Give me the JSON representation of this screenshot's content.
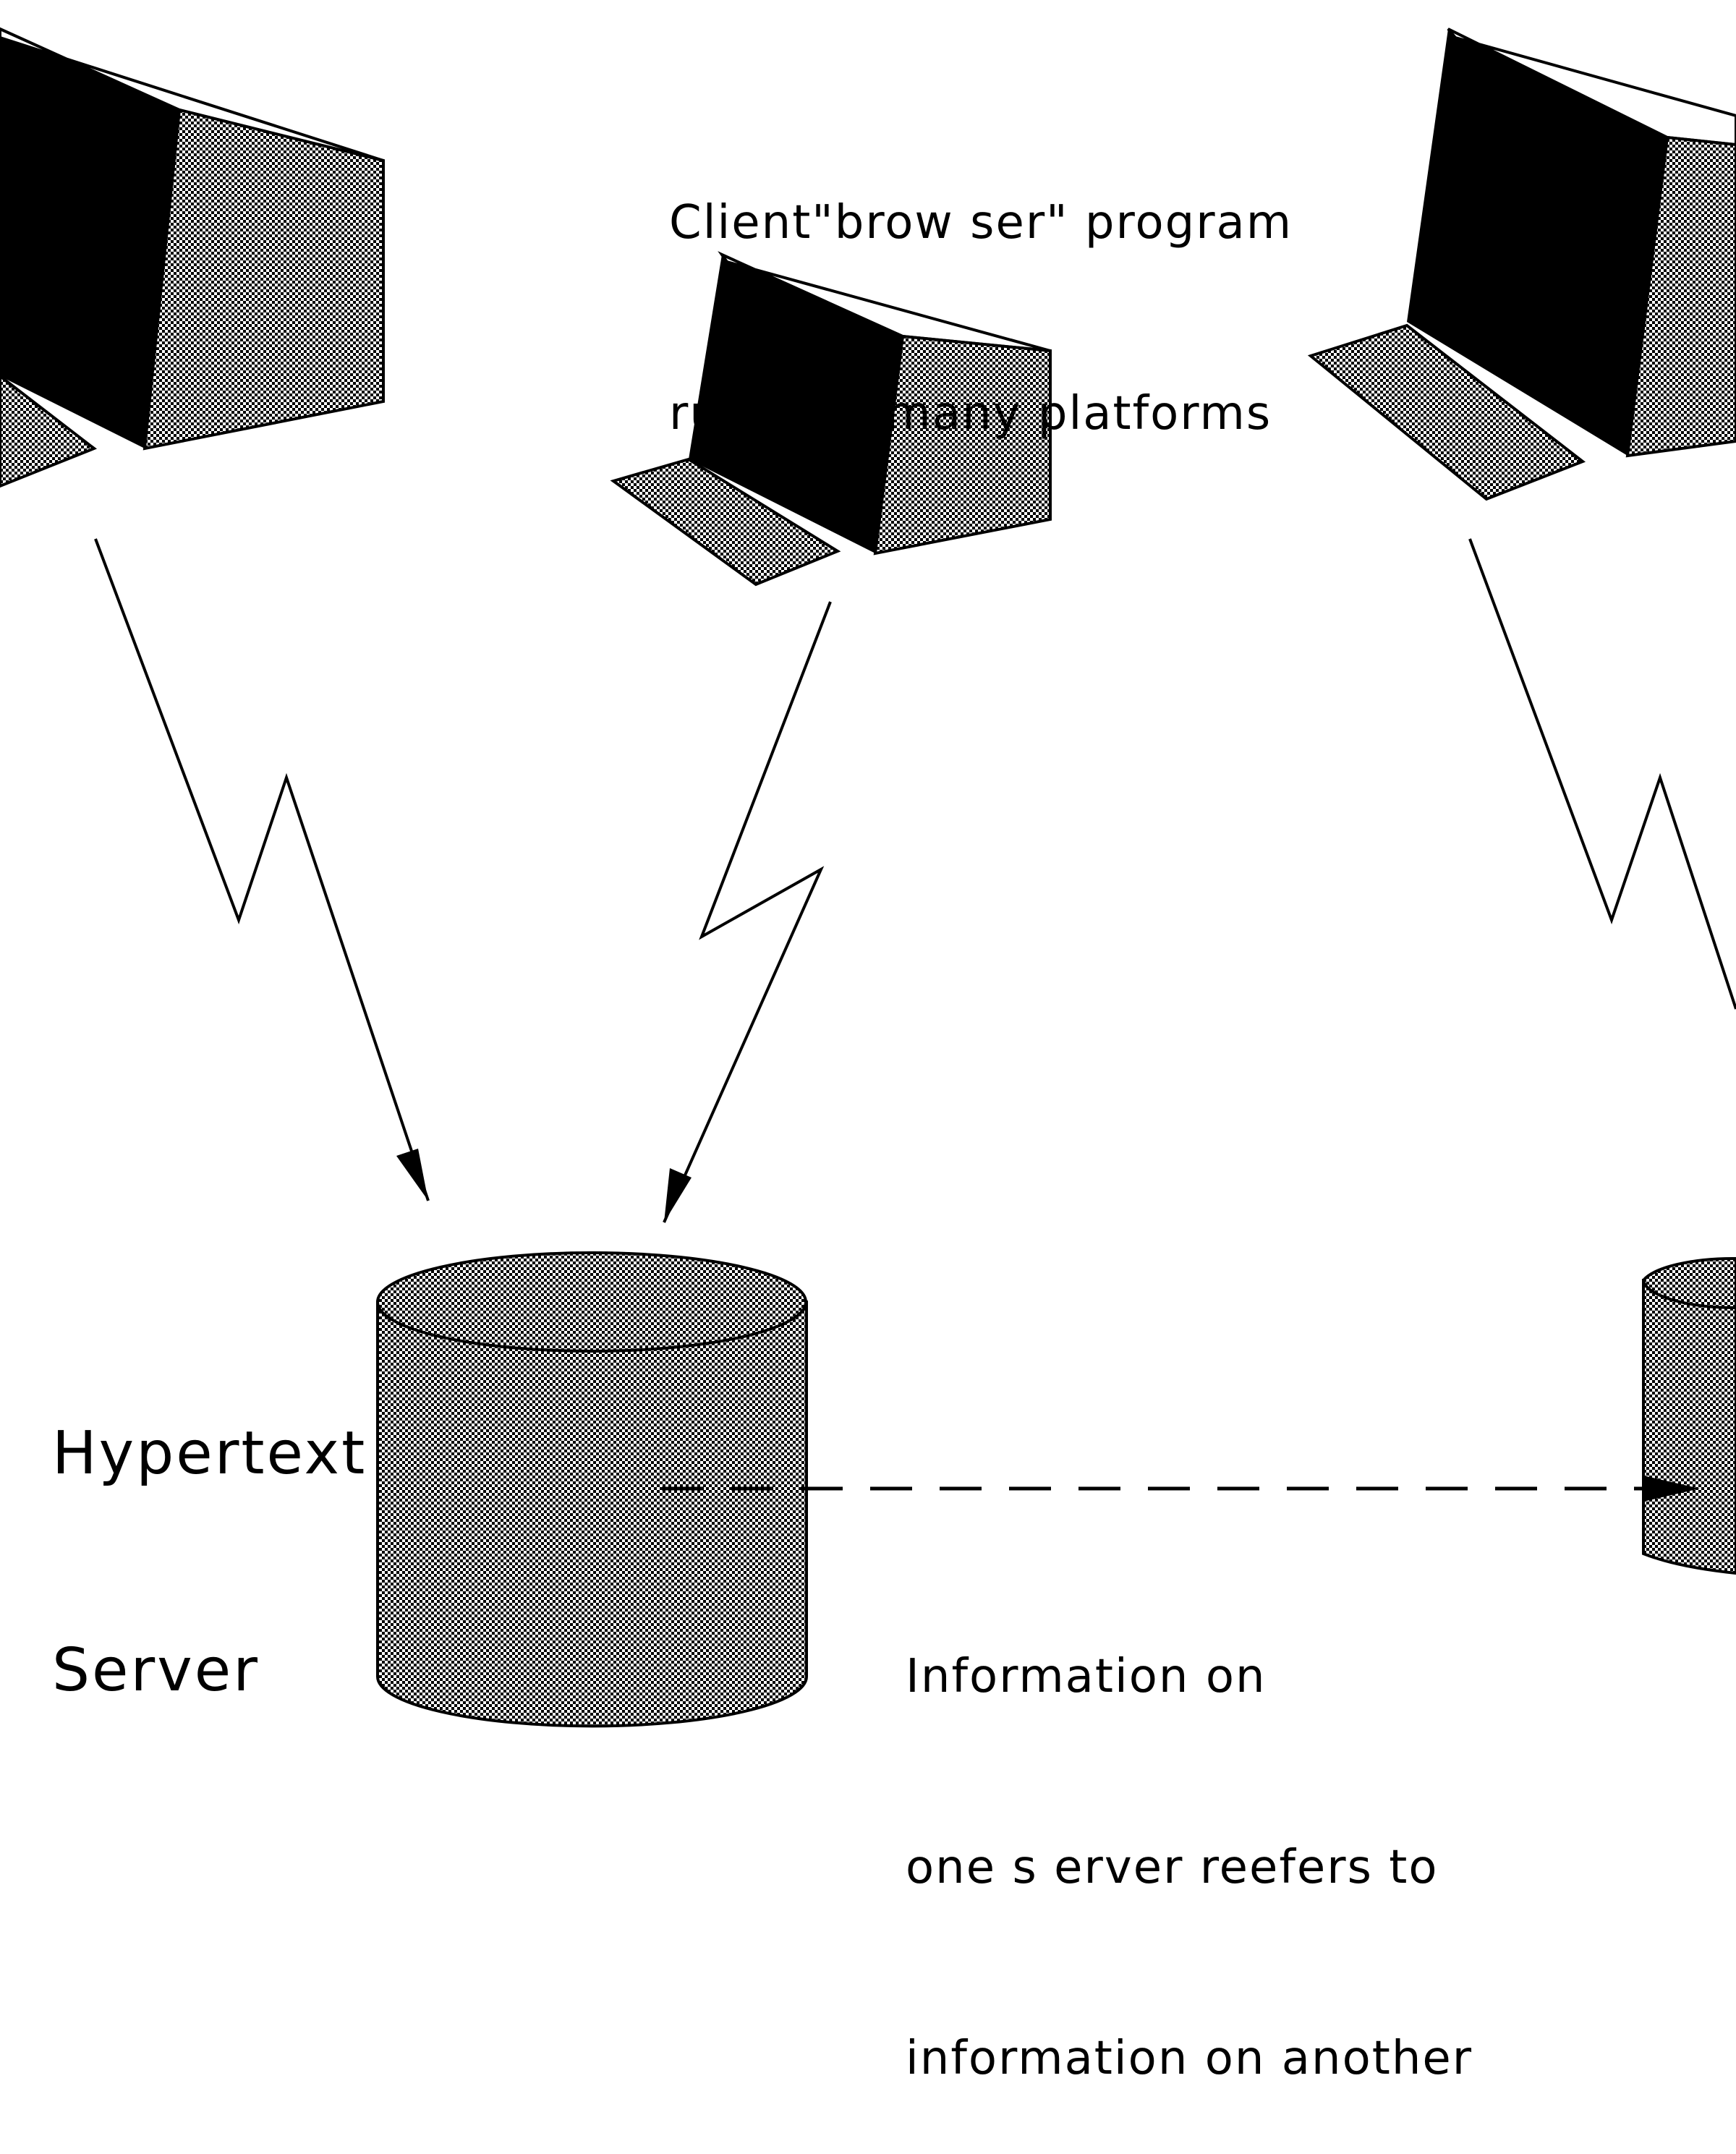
{
  "labels": {
    "client": [
      "Client\"brow ser\" program",
      "runs  on many platforms"
    ],
    "server": [
      "Hypertext",
      "Server"
    ],
    "info": [
      "Information on",
      "one s erver reefers to",
      "information on another"
    ]
  },
  "colors": {
    "ink": "#000000",
    "paper": "#ffffff"
  }
}
